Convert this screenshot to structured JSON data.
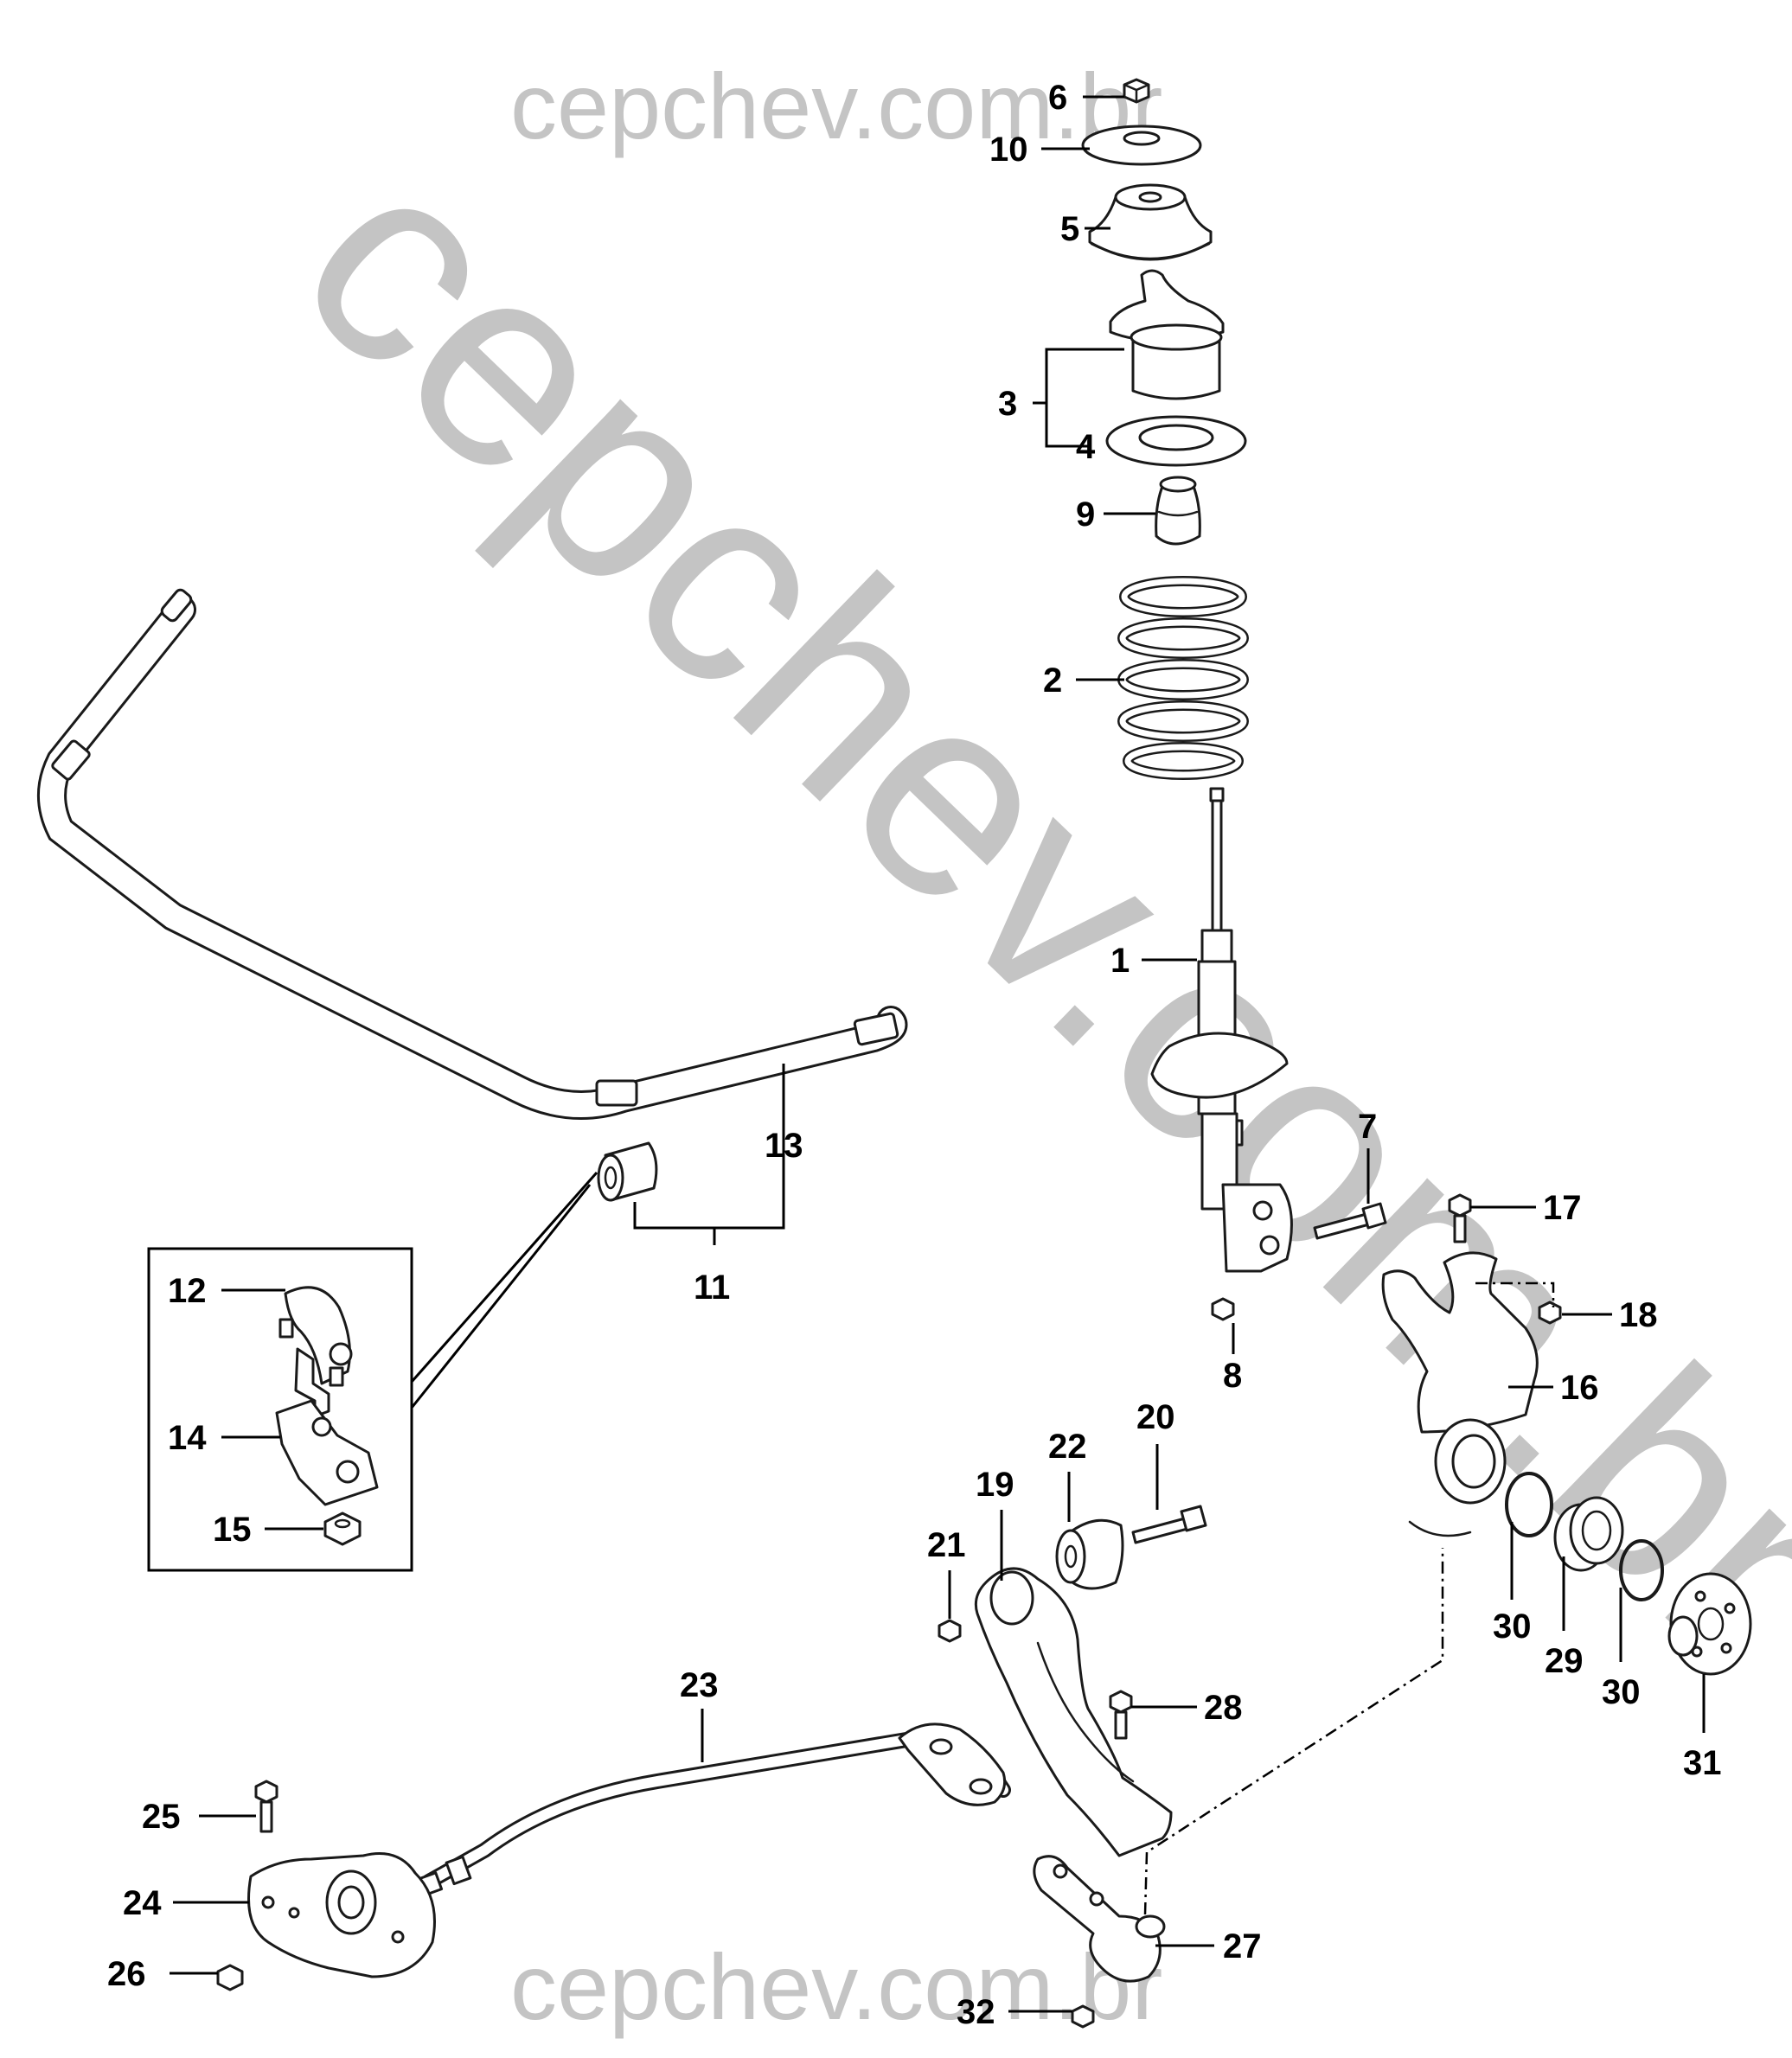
{
  "watermark": {
    "top": "cepchev.com.br",
    "diagonal": "cepchev.com.br",
    "bottom": "cepchev.com.br",
    "color": "#c4c4c4"
  },
  "callouts": {
    "c1": "1",
    "c2": "2",
    "c3": "3",
    "c4": "4",
    "c5": "5",
    "c6": "6",
    "c7": "7",
    "c8": "8",
    "c9": "9",
    "c10": "10",
    "c11": "11",
    "c12": "12",
    "c13": "13",
    "c14": "14",
    "c15": "15",
    "c16": "16",
    "c17": "17",
    "c18": "18",
    "c19": "19",
    "c20": "20",
    "c21": "21",
    "c22": "22",
    "c23": "23",
    "c24": "24",
    "c25": "25",
    "c26": "26",
    "c27": "27",
    "c28": "28",
    "c29": "29",
    "c30a": "30",
    "c30b": "30",
    "c31": "31",
    "c32": "32"
  }
}
